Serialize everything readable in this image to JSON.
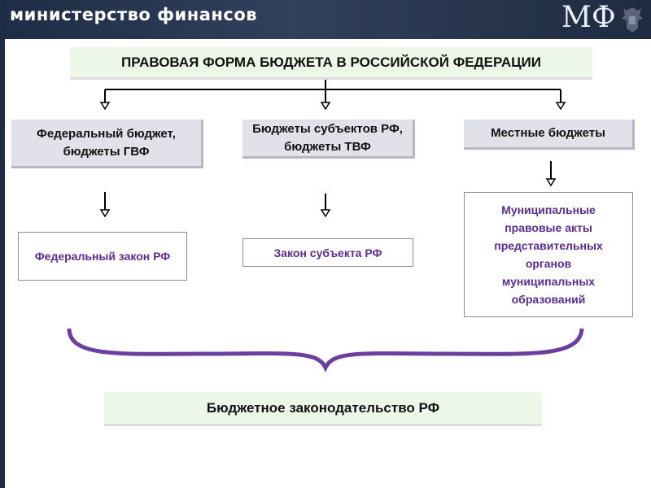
{
  "header": {
    "ministry_label": "министерство финансов",
    "logo_text": "МФ"
  },
  "diagram": {
    "title": "ПРАВОВАЯ ФОРМА БЮДЖЕТА В РОССИЙСКОЙ ФЕДЕРАЦИИ",
    "budget_types": [
      "Федеральный бюджет, бюджеты ГВФ",
      "Бюджеты субъектов РФ, бюджеты ТВФ",
      "Местные бюджеты"
    ],
    "legal_forms": [
      "Федеральный закон РФ",
      "Закон субъекта РФ",
      "Муниципальные правовые акты представительных органов муниципальных образований"
    ],
    "conclusion": "Бюджетное законодательство РФ"
  },
  "colors": {
    "header_bg": "#1e2d45",
    "title_bg": "#ecf7e8",
    "gray_box": "#e1e2e9",
    "legal_text": "#5b2d90",
    "brace": "#6b3fa0"
  }
}
